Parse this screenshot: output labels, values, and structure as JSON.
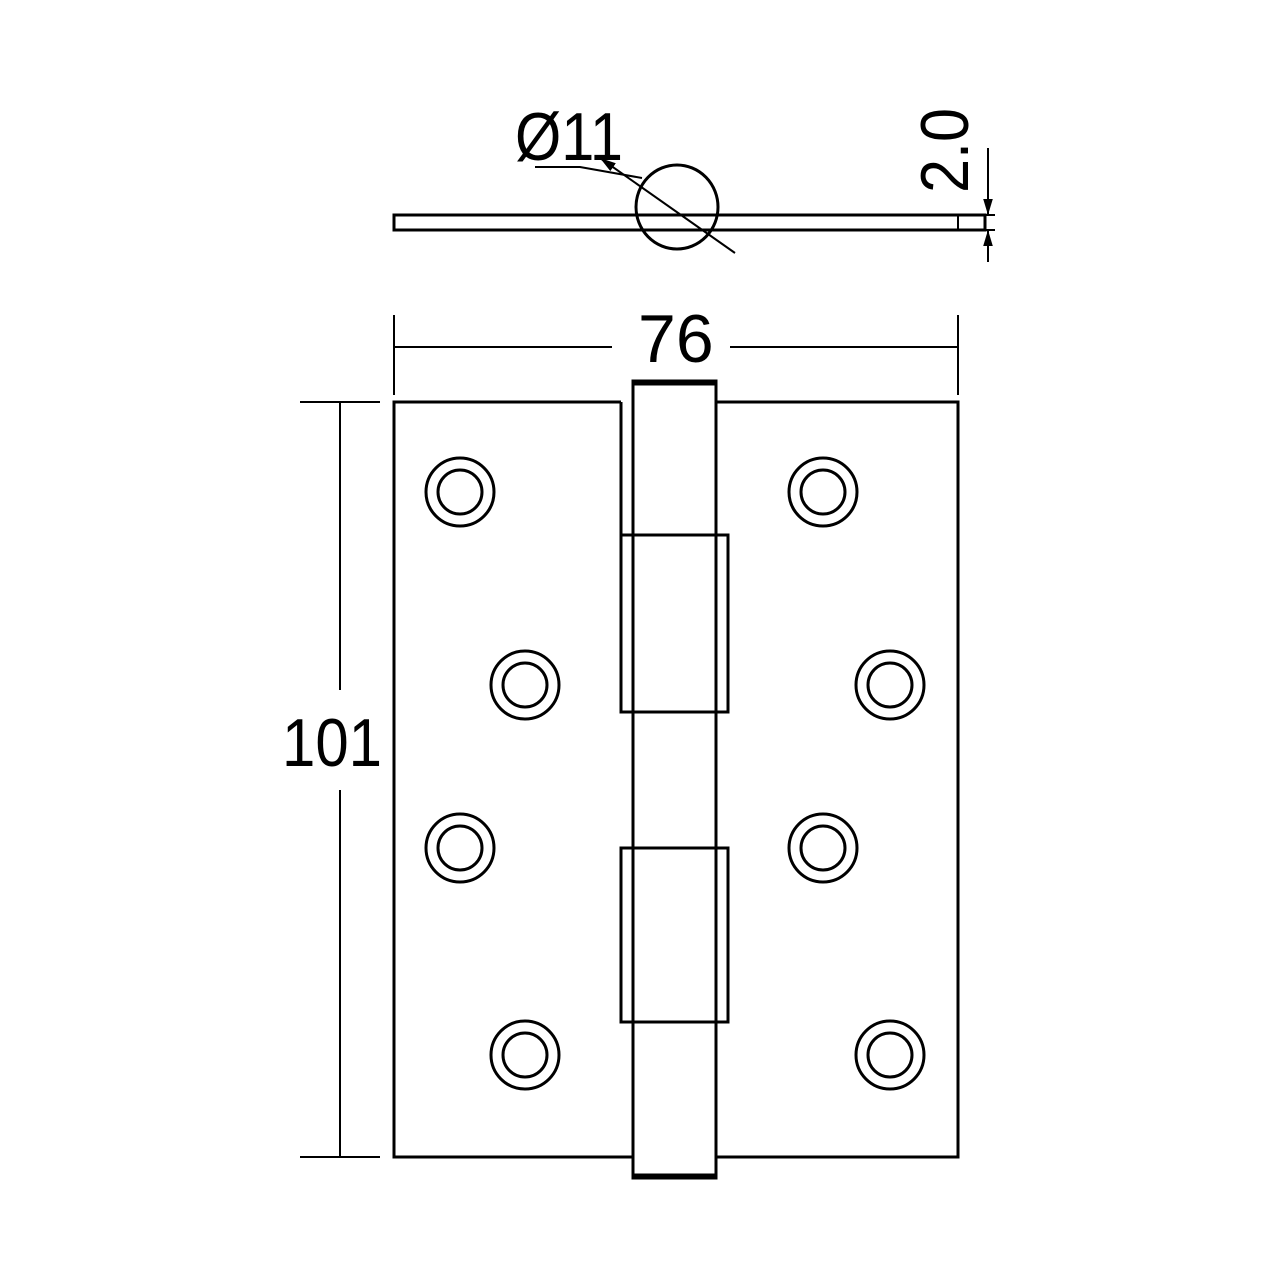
{
  "drawing": {
    "diameter_label": "Ø11",
    "thickness_label": "2.0",
    "width_label": "76",
    "height_label": "101"
  },
  "colors": {
    "line": "#000000",
    "background": "#ffffff"
  }
}
